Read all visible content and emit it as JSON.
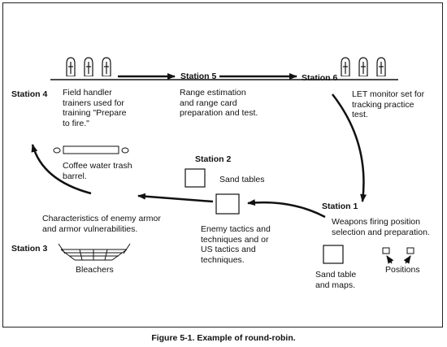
{
  "stations": {
    "s1": {
      "title": "Station 1",
      "text": "Weapons firing position\nselection and preparation."
    },
    "s2": {
      "title": "Station 2",
      "text": "Sand tables"
    },
    "s3": {
      "title": "Station 3",
      "text": "Bleachers"
    },
    "s4": {
      "title": "Station 4",
      "text": "Field handler\ntrainers used for\ntraining \"Prepare\nto fire.\""
    },
    "s5": {
      "title": "Station 5",
      "text": "Range estimation\nand range card\npreparation  and test."
    },
    "s6": {
      "title": "Station 6",
      "text": "LET monitor set for\ntracking practice\ntest."
    }
  },
  "labels": {
    "coffee": "Coffee water trash\nbarrel.",
    "armor": "Characteristics of enemy armor\nand armor vulnerabilities.",
    "tactics": "Enemy tactics and\ntechniques and or\nUS tactics and\ntechniques.",
    "sandtable_maps": "Sand table\nand maps.",
    "positions": "Positions"
  },
  "caption": "Figure 5-1. Example of round-robin."
}
